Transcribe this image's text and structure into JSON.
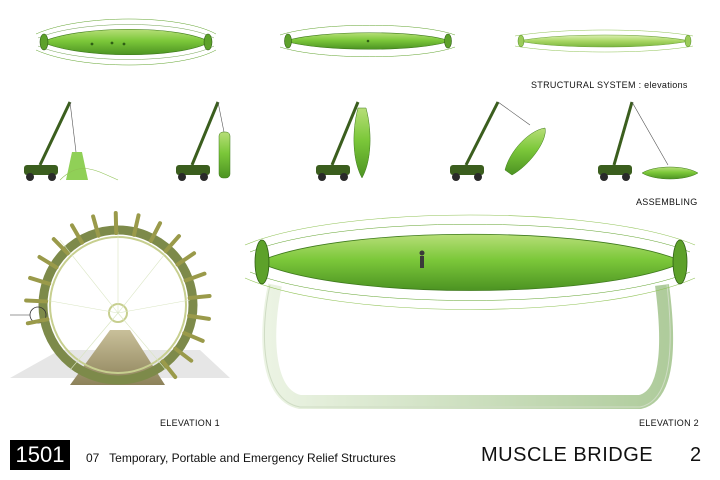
{
  "captions": {
    "structural_system": "STRUCTURAL  SYSTEM  :  elevations",
    "assembling": "ASSEMBLING",
    "elevation_1": "ELEVATION 1",
    "elevation_2": "ELEVATION 2"
  },
  "footer": {
    "project_id": "1501",
    "category_number": "07",
    "category_title": "Temporary, Portable and Emergency Relief Structures",
    "project_title": "MUSCLE BRIDGE",
    "page_number": "2"
  },
  "colors": {
    "tube_green": "#7cc83a",
    "tube_dark": "#3e7a1c",
    "tube_light": "#c6e68a",
    "crane": "#3b5e1e",
    "ground": "#9a8e5e"
  }
}
